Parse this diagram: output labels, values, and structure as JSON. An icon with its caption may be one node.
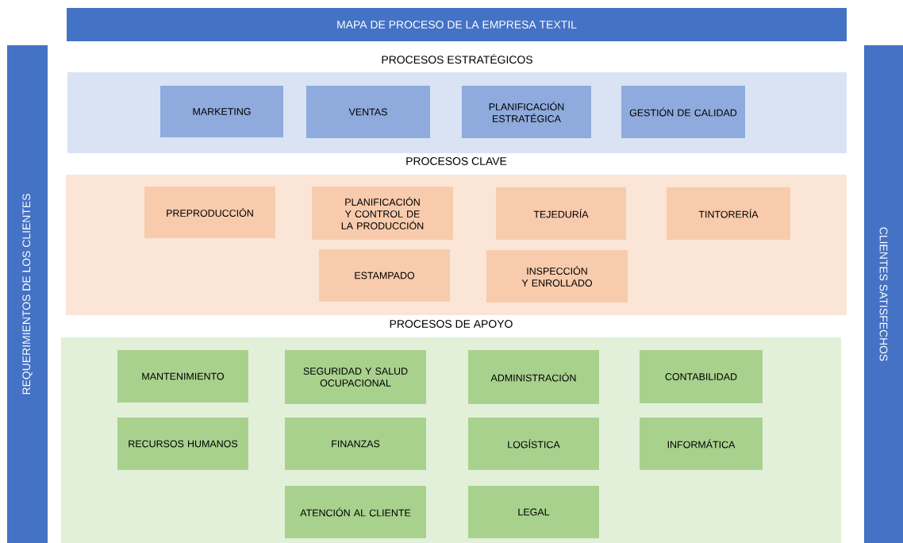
{
  "diagram": {
    "nodes": [
      {
        "text": [
          "MAPA DE PROCESO DE LA EMPRESA TEXTIL"
        ]
      },
      {
        "text": [
          "REQUERIMIENTOS DE LOS CLIENTES"
        ]
      },
      {
        "text": [
          "CLIENTES SATISFECHOS"
        ]
      },
      {
        "text": [
          "PROCESOS ESTRATÉGICOS"
        ]
      },
      {
        "text": [
          "MARKETING"
        ],
        "in": 3
      },
      {
        "text": [
          "VENTAS"
        ],
        "in": 3
      },
      {
        "text": [
          "PLANIFICACIÓN ESTRATÉGICA"
        ],
        "in": 3
      },
      {
        "text": [
          "GESTIÓN DE CALIDAD"
        ],
        "in": 3
      },
      {
        "text": [
          "PROCESOS CLAVE"
        ]
      },
      {
        "text": [
          "PREPRODUCCIÓN"
        ],
        "in": 8
      },
      {
        "text": [
          "PLANIFICACIÓN Y CONTROL DE LA PRODUCCIÓN"
        ],
        "in": 8
      },
      {
        "text": [
          "TEJEDURÍA"
        ],
        "in": 8
      },
      {
        "text": [
          "TINTORERÍA"
        ],
        "in": 8
      },
      {
        "text": [
          "ESTAMPADO"
        ],
        "in": 8
      },
      {
        "text": [
          "INSPECCIÓN Y ENROLLADO"
        ],
        "in": 8
      },
      {
        "text": [
          "PROCESOS DE APOYO"
        ]
      },
      {
        "text": [
          "MANTENIMIENTO"
        ],
        "in": 15
      },
      {
        "text": [
          "SEGURIDAD Y SALUD OCUPACIONAL"
        ],
        "in": 15
      },
      {
        "text": [
          "ADMINISTRACIÓN"
        ],
        "in": 15
      },
      {
        "text": [
          "CONTABILIDAD"
        ],
        "in": 15
      },
      {
        "text": [
          "RECURSOS HUMANOS"
        ],
        "in": 15
      },
      {
        "text": [
          "FINANZAS"
        ],
        "in": 15
      },
      {
        "text": [
          "LOGÍSTICA"
        ],
        "in": 15
      },
      {
        "text": [
          "INFORMÁTICA"
        ],
        "in": 15
      },
      {
        "text": [
          "ATENCIÓN AL CLIENTE"
        ],
        "in": 15
      },
      {
        "text": [
          "LEGAL"
        ],
        "in": 15
      }
    ]
  }
}
